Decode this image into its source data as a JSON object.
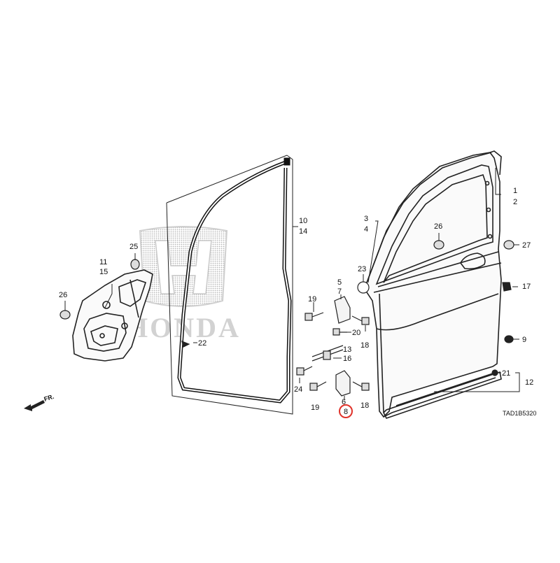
{
  "diagram": {
    "code": "TAD1B5320",
    "brand_watermark": "HONDA",
    "front_indicator": "FR.",
    "highlight_color": "#e0322a",
    "callouts": {
      "c1": "1",
      "c2": "2",
      "c3": "3",
      "c4": "4",
      "c5": "5",
      "c6": "6",
      "c7": "7",
      "c8": "8",
      "c9": "9",
      "c10": "10",
      "c11": "11",
      "c12": "12",
      "c13": "13",
      "c14": "14",
      "c15": "15",
      "c16": "16",
      "c17": "17",
      "c18a": "18",
      "c18b": "18",
      "c19a": "19",
      "c19b": "19",
      "c20": "20",
      "c21": "21",
      "c22": "22",
      "c23": "23",
      "c24": "24",
      "c25": "25",
      "c26a": "26",
      "c26b": "26",
      "c27": "27"
    }
  }
}
